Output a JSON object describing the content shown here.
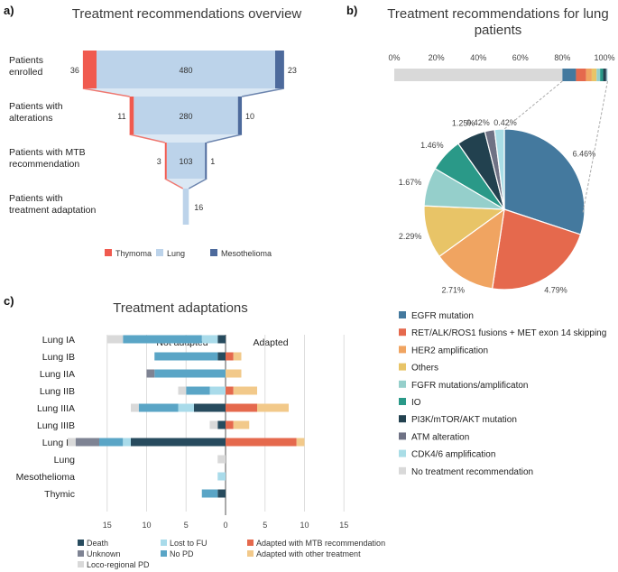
{
  "panels": {
    "a": "a)",
    "b": "b)",
    "c": "c)"
  },
  "chart_data": [
    {
      "type": "funnel",
      "title": "Treatment recommendations overview",
      "stages": [
        {
          "label": "Patients enrolled",
          "thymoma": 36,
          "lung": 480,
          "mesothelioma": 23
        },
        {
          "label": "Patients with alterations",
          "thymoma": 11,
          "lung": 280,
          "mesothelioma": 10
        },
        {
          "label": "Patients with MTB recommendation",
          "thymoma": 3,
          "lung": 103,
          "mesothelioma": 1
        },
        {
          "label": "Patients with treatment adaptation",
          "thymoma": null,
          "lung": 16,
          "mesothelioma": null
        }
      ],
      "legend": [
        "Thymoma",
        "Lung",
        "Mesothelioma"
      ],
      "colors": {
        "thymoma": "#f05a4f",
        "lung": "#bcd3ea",
        "mesothelioma": "#4d6a9c"
      }
    },
    {
      "type": "pie",
      "title": "Treatment recommendations for lung patients",
      "bar_ticks": [
        "0%",
        "20%",
        "40%",
        "60%",
        "80%",
        "100%"
      ],
      "bar_values": [
        80.0,
        6.46,
        4.79,
        2.71,
        2.29,
        1.67,
        1.46,
        1.25,
        0.42,
        0.42
      ],
      "categories": [
        "EGFR mutation",
        "RET/ALK/ROS1 fusions + MET exon 14 skipping",
        "HER2 amplification",
        "Others",
        "FGFR mutations/amplificaton",
        "IO",
        "PI3K/mTOR/AKT mutation",
        "ATM alteration",
        "CDK4/6 amplification",
        "No treatment recommendation"
      ],
      "slice_values": [
        6.46,
        4.79,
        2.71,
        2.29,
        1.67,
        1.46,
        1.25,
        0.42,
        0.42
      ],
      "slice_labels": [
        "6.46%",
        "4.79%",
        "2.71%",
        "2.29%",
        "1.67%",
        "1.46%",
        "1.25%",
        "0.42%",
        "0.42%"
      ],
      "colors": [
        "#44799e",
        "#e5694d",
        "#f0a461",
        "#e8c467",
        "#95cfcb",
        "#2a9988",
        "#22414f",
        "#6f7285",
        "#a9dde6",
        "#d9d9d9"
      ]
    },
    {
      "type": "bar",
      "title": "Treatment adaptations",
      "left_heading": "Not adapted",
      "right_heading": "Adapted",
      "categories": [
        "Lung IA",
        "Lung IB",
        "Lung IIA",
        "Lung IIB",
        "Lung IIIA",
        "Lung IIIB",
        "Lung IV",
        "Lung",
        "Mesothelioma",
        "Thymic"
      ],
      "x_ticks": [
        "15",
        "10",
        "5",
        "0",
        "5",
        "10",
        "15"
      ],
      "series_left": [
        {
          "name": "Death",
          "values": [
            1,
            1,
            0,
            0,
            4,
            1,
            12,
            0,
            0,
            1
          ]
        },
        {
          "name": "Lost to FU",
          "values": [
            2,
            0,
            0,
            2,
            2,
            0,
            1,
            0,
            1,
            0
          ]
        },
        {
          "name": "No PD",
          "values": [
            10,
            8,
            9,
            3,
            5,
            0,
            3,
            0,
            0,
            2
          ]
        },
        {
          "name": "Unknown",
          "values": [
            0,
            0,
            1,
            0,
            0,
            0,
            3,
            0,
            0,
            0
          ]
        },
        {
          "name": "Loco-regional PD",
          "values": [
            2,
            0,
            0,
            1,
            1,
            1,
            1,
            1,
            0,
            0
          ]
        }
      ],
      "series_right": [
        {
          "name": "Adapted with MTB recommendation",
          "values": [
            0,
            1,
            0,
            1,
            4,
            1,
            9,
            0,
            0,
            0
          ]
        },
        {
          "name": "Adapted with other treatment",
          "values": [
            0,
            1,
            2,
            3,
            4,
            2,
            1,
            0,
            0,
            0
          ]
        }
      ],
      "legend": [
        "Death",
        "Lost to FU",
        "Adapted with MTB recommendation",
        "Unknown",
        "No PD",
        "Adapted with other treatment",
        "Loco-regional PD"
      ],
      "colors": {
        "Death": "#274b5e",
        "Lost to FU": "#a9dbea",
        "No PD": "#5aa5c6",
        "Unknown": "#7e8393",
        "Loco-regional PD": "#d9d9d9",
        "Adapted with MTB recommendation": "#e5694d",
        "Adapted with other treatment": "#f2c98a"
      }
    }
  ]
}
